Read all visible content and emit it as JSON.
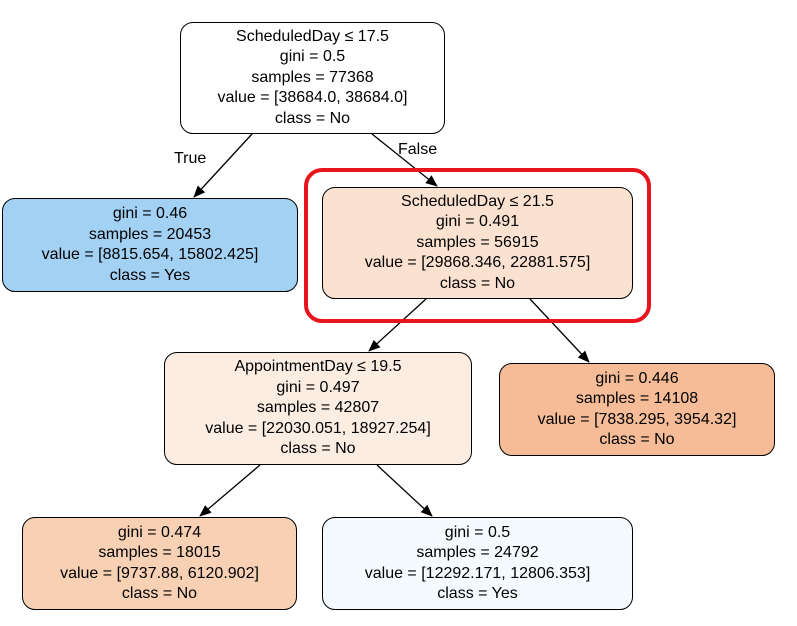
{
  "tree": {
    "edge_labels": {
      "true": "True",
      "false": "False"
    },
    "nodes": [
      {
        "split": "ScheduledDay ≤ 17.5",
        "gini": "gini = 0.5",
        "samples": "samples = 77368",
        "value": "value = [38684.0, 38684.0]",
        "class": "class = No",
        "fill": "#ffffff"
      },
      {
        "gini": "gini = 0.46",
        "samples": "samples = 20453",
        "value": "value = [8815.654, 15802.425]",
        "class": "class = Yes",
        "fill": "#a3d1f3"
      },
      {
        "split": "ScheduledDay ≤ 21.5",
        "gini": "gini = 0.491",
        "samples": "samples = 56915",
        "value": "value = [29868.346, 22881.575]",
        "class": "class = No",
        "fill": "#fbe1d0"
      },
      {
        "split": "AppointmentDay ≤ 19.5",
        "gini": "gini = 0.497",
        "samples": "samples = 42807",
        "value": "value = [22030.051, 18927.254]",
        "class": "class = No",
        "fill": "#fcede3"
      },
      {
        "gini": "gini = 0.446",
        "samples": "samples = 14108",
        "value": "value = [7838.295, 3954.32]",
        "class": "class = No",
        "fill": "#f6bc97"
      },
      {
        "gini": "gini = 0.474",
        "samples": "samples = 18015",
        "value": "value = [9737.88, 6120.902]",
        "class": "class = No",
        "fill": "#f8d1b5"
      },
      {
        "gini": "gini = 0.5",
        "samples": "samples = 24792",
        "value": "value = [12292.171, 12806.353]",
        "class": "class = Yes",
        "fill": "#f5fafe"
      }
    ],
    "highlight_color": "#e8141c"
  }
}
